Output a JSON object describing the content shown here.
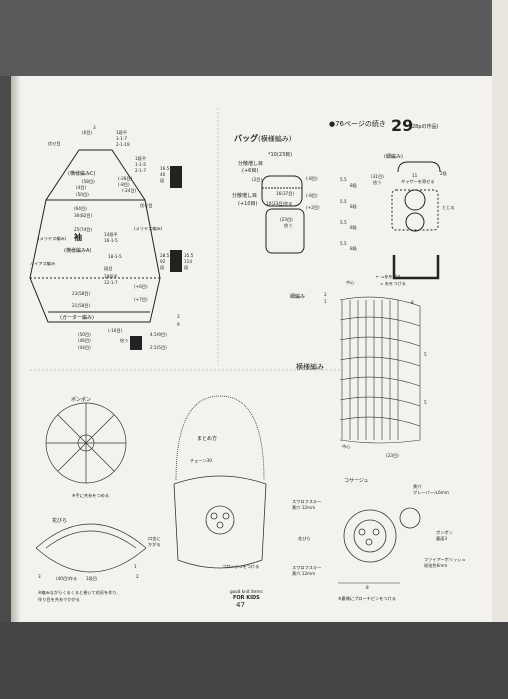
{
  "header": {
    "continued": "●76ページの続き",
    "number": "29",
    "work_ref": "(28pの作品)"
  },
  "bag": {
    "title": "バッグ",
    "subtitle": "(横様編み)",
    "rows_top": "*10(23目)",
    "split_label_1": "分散増し目",
    "split_count_1": "(+6目)",
    "split_label_2": "分散増し目",
    "split_count_2": "(+10目)",
    "m16": "16(37目)",
    "m10": "10(23目)作る",
    "m23": "(23目)",
    "m23b": "拾う",
    "inc2": "(2目)",
    "dec8": "(-8目)",
    "dec8b": "(-8目)",
    "plus2": "(+2目)"
  },
  "fine_stitch": {
    "title": "(細編み)",
    "rows": "(31目)",
    "pick": "拾う",
    "center": "11",
    "gather": "ギャザーを寄せる",
    "two_rows": "2段",
    "close": "とじる",
    "h1": "5.5",
    "h2": "5.5",
    "h3": "5.5",
    "h4": "5.5",
    "r8a": "8段",
    "r8b": "8段",
    "r8c": "8段",
    "r8d": "8段"
  },
  "sweater": {
    "side_label": "伏せ目",
    "side_label_r": "伏せ目",
    "sleeve_c": "(横様編みC)",
    "sleeve": "袖",
    "sleeve_a": "(横様編みA)",
    "meriyas_l": "(メリヤス編み)",
    "meriyas_r": "(メリヤス編み)",
    "bias_l": "バイアス編み",
    "garter": "(ガーター編み)",
    "row1": "1段平",
    "row2": "1-1-7",
    "row3": "2-1-19",
    "row4": "1-1-5",
    "row5": "2-1-7",
    "row6": "1段平",
    "row7": "18-1-5",
    "row8": "14段平",
    "row9": "16-1-5",
    "row10": "段目",
    "row11": "18段平",
    "row12": "12-1-7",
    "w1": "3",
    "w2": "(6目)",
    "w3": "(58目)",
    "w4": "(64目)",
    "w5": "30(82目)",
    "w6": "25(74目)",
    "w7": "(50目)",
    "w8": "(4目)",
    "w9": "23(58目)",
    "w10": "21(58目)",
    "w11": "(50目)",
    "w12": "(46目)",
    "w13": "(44目)",
    "dec16": "(-16目)",
    "plus6": "(+6目)",
    "plus7": "(+7目)",
    "dec8": "(-8目)",
    "dec28": "(-28目)",
    "dec24": "(-24目)",
    "rt1": "16.5",
    "rt2": "40",
    "rt3": "段",
    "rt4": "28.5",
    "rt5": "92",
    "rt6": "段",
    "rt7": "35.5",
    "rt8": "114",
    "rt9": "段",
    "bt1": "4.5(9目)",
    "bt2": "2.5(5目)",
    "pick": "拾う",
    "three": "3",
    "nine": "9"
  },
  "stitch_chart": {
    "center": "中心",
    "yarn_cut": "← =糸を切る",
    "yarn_join": "= 糸をつける",
    "fine": "細編み",
    "pattern": "横様編み",
    "num8": "8",
    "num5a": "5",
    "num5b": "5",
    "num1": "1",
    "num2": "2",
    "bottom": "(23目)",
    "center2": "中心"
  },
  "pompon": {
    "title": "ポンポン",
    "note": "※手に共糸をつめる"
  },
  "petal": {
    "title": "花びら",
    "rows": "(40目)作る",
    "row1": "1段目",
    "n1": "1",
    "n2": "2",
    "n3": "3",
    "note1": "※編みながらくるくると巻いて花形を作り、",
    "note2": "作り目を共糸でかがる"
  },
  "assembly": {
    "title": "まとめ方",
    "chain": "チェーン30",
    "kuchigane": "口金に",
    "kagaru": "かがる",
    "corsage_attach": "コサージュをつける"
  },
  "corsage": {
    "title": "コサージュ",
    "swarovski1": "スワロフスキー",
    "swarovski1b": "黄穴 12mm",
    "grey_pearl": "黄穴",
    "grey_pearl_b": "グレーパール6mm",
    "petal": "花びら",
    "pompon": "ポンポン",
    "pompon_b": "裏面3",
    "finial": "ファイアーポリッシュ",
    "finial_b": "琥珀色6mm",
    "swarovski2": "スワロフスキー",
    "swarovski2b": "黄穴 12mm",
    "dim": "8",
    "note": "※裏側にブローチピンをつける"
  },
  "footer": {
    "line1": "good knit items",
    "line2": "FOR KIDS",
    "page": "47"
  }
}
